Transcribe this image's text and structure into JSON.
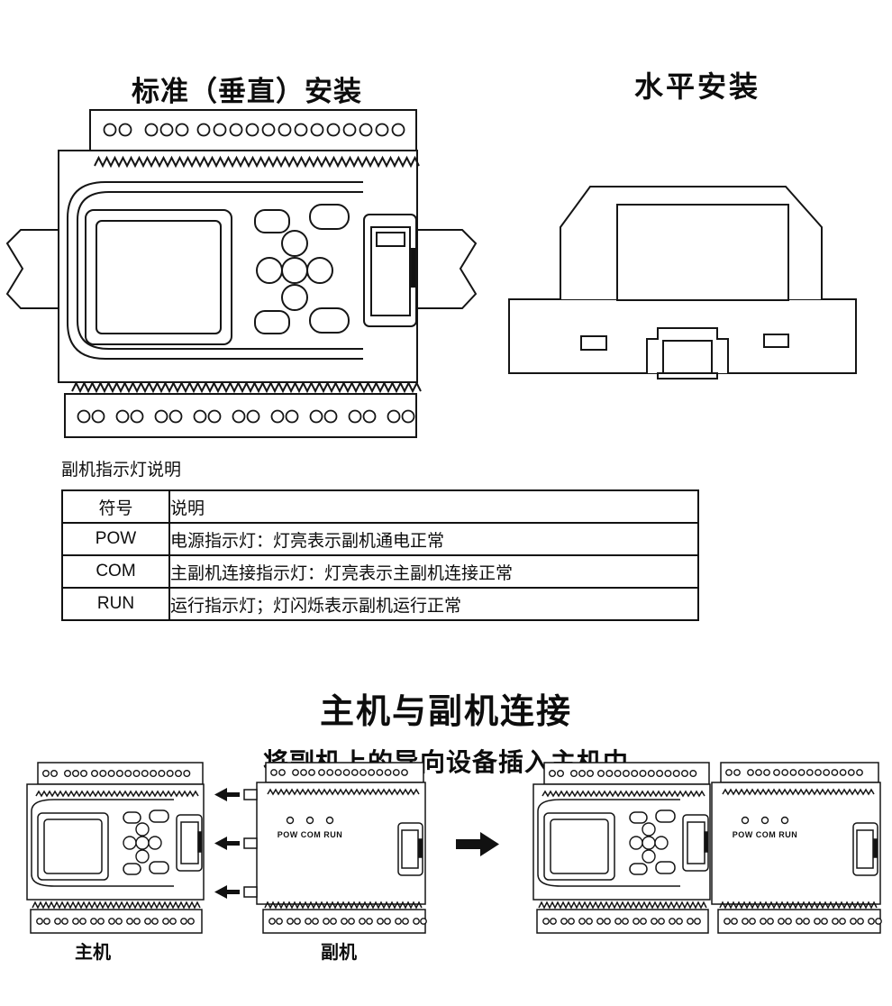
{
  "titles": {
    "vertical": "标准（垂直）安装",
    "horizontal": "水平安装"
  },
  "indicator_table": {
    "caption": "副机指示灯说明",
    "headers": [
      "符号",
      "说明"
    ],
    "rows": [
      {
        "symbol": "POW",
        "desc": "电源指示灯：灯亮表示副机通电正常"
      },
      {
        "symbol": "COM",
        "desc": "主副机连接指示灯：灯亮表示主副机连接正常"
      },
      {
        "symbol": "RUN",
        "desc": "运行指示灯；灯闪烁表示副机运行正常"
      }
    ]
  },
  "connection": {
    "title": "主机与副机连接",
    "subtitle": "将副机上的导向设备插入主机中",
    "indicator_labels": "POW COM RUN",
    "master_label": "主机",
    "slave_label": "副机"
  },
  "colors": {
    "ink": "#151515",
    "background": "#ffffff"
  }
}
